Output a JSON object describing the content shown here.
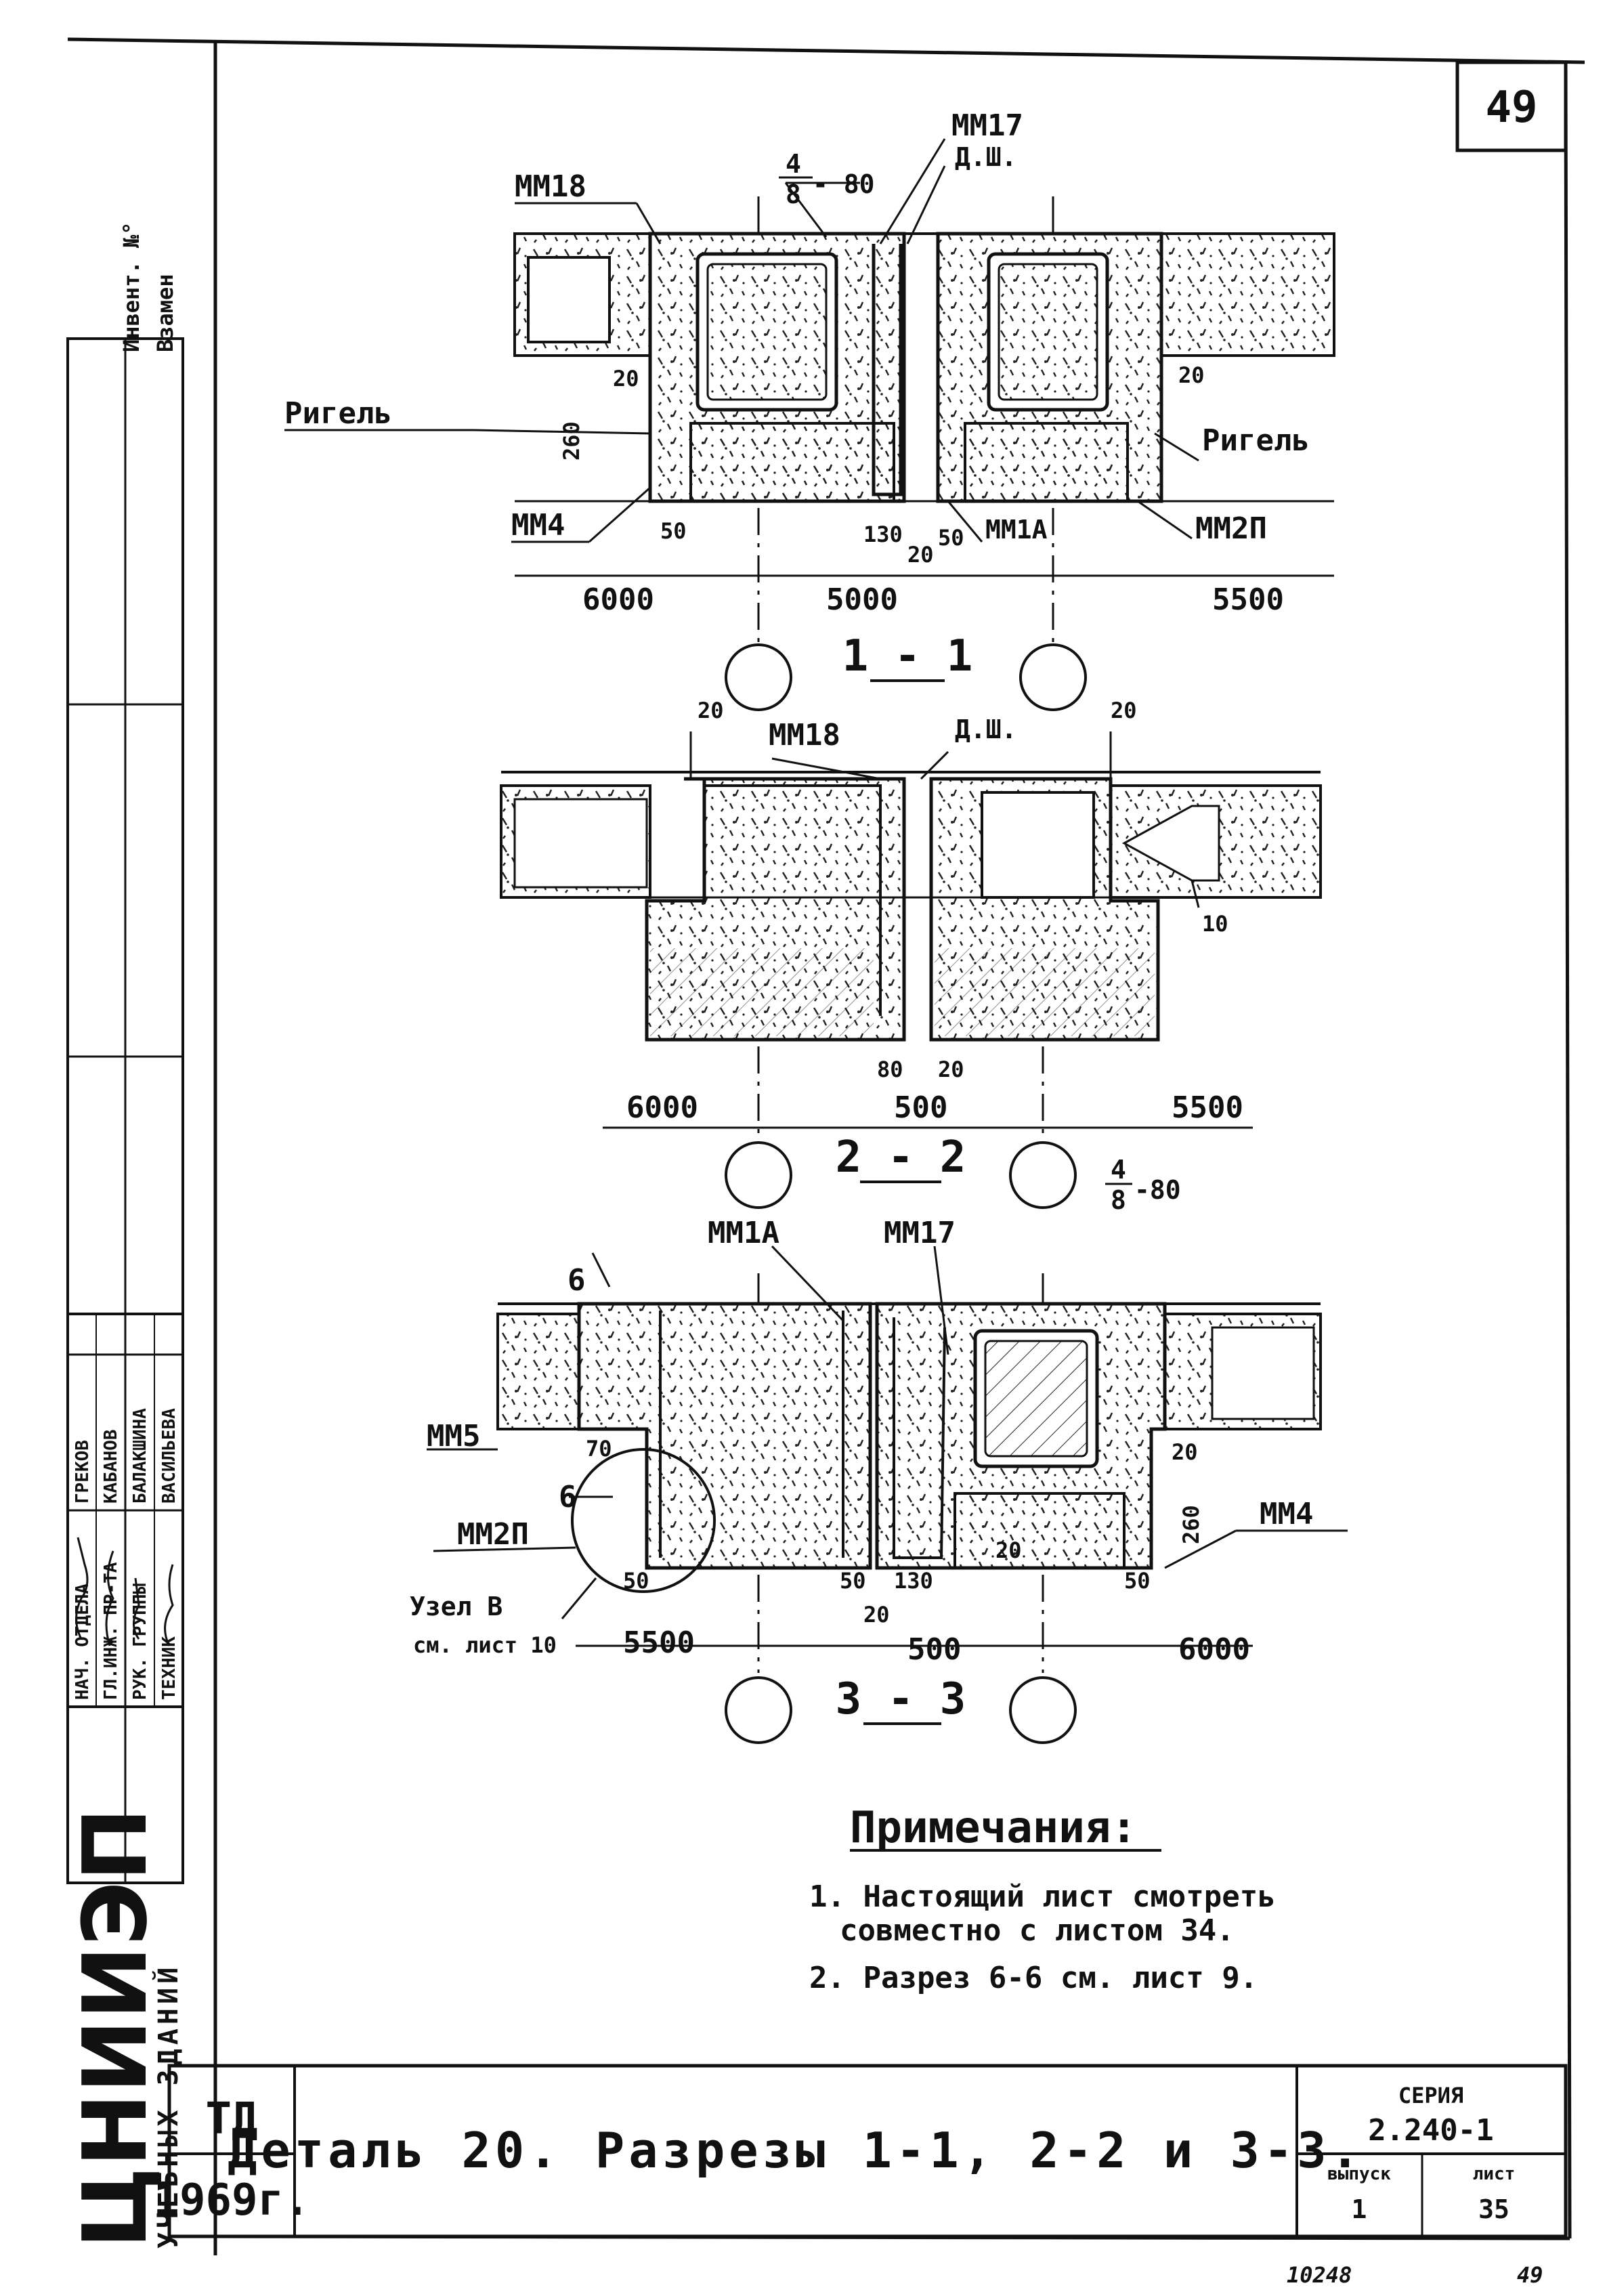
{
  "sheet": {
    "sheet_number_corner": "49",
    "bottom_left_code": "10248",
    "bottom_right_code": "49"
  },
  "left_stamp": {
    "inventory_label": "Инвент. №°",
    "replace_label": "Взамен",
    "roles": [
      "НАЧ. ОТДЕЛА",
      "ГЛ.ИНЖ. ПР-ТА",
      "РУК. ГРУППЫ",
      "ТЕХНИК"
    ],
    "names": [
      "ГРЕКОВ",
      "КАБАНОВ",
      "БАЛАКШИНА",
      "ВАСИЛЬЕВА"
    ],
    "org_name": "ЦНИИЭП",
    "org_subtitle": "УЧЕБНЫХ ЗДАНИЙ"
  },
  "title_block": {
    "code": "ТД",
    "year": "1969г.",
    "title": "Деталь 20. Разрезы 1-1, 2-2 и 3-3.",
    "series_label": "СЕРИЯ",
    "series_value": "2.240-1",
    "issue_label": "выпуск",
    "issue_value": "1",
    "sheet_label": "лист",
    "sheet_value": "35"
  },
  "section_1": {
    "name": "1 - 1",
    "labels": {
      "fraction_num": "4",
      "fraction_den": "8",
      "fraction_suffix": "- 80",
      "mm17": "ММ17",
      "dsh": "Д.Ш.",
      "mm18": "ММ18",
      "rigel_left": "Ригель",
      "rigel_right": "Ригель",
      "mm4": "ММ4",
      "mm1a": "ММ1А",
      "mm2p": "ММ2П"
    },
    "dims": {
      "d20a": "20",
      "d260": "260",
      "d50a": "50",
      "d130": "130",
      "d50b": "50",
      "d20b": "20",
      "d20c": "20",
      "axis_left": "6000",
      "axis_mid": "5000",
      "axis_right": "5500"
    }
  },
  "section_2": {
    "name": "2 - 2",
    "labels": {
      "mm18": "ММ18",
      "dsh": "Д.Ш.",
      "fraction_num": "4",
      "fraction_den": "8",
      "fraction_suffix": "-80"
    },
    "dims": {
      "d20a": "20",
      "d20b": "20",
      "d10": "10",
      "d80": "80",
      "d20c": "20",
      "axis_left": "6000",
      "axis_mid": "500",
      "axis_right": "5500"
    }
  },
  "section_3": {
    "name": "3 - 3",
    "labels": {
      "mm1a": "ММ1А",
      "mm17": "ММ17",
      "cut6_top": "6",
      "cut6_mid": "6",
      "mm5": "ММ5",
      "mm2p": "ММ2П",
      "mm4": "ММ4",
      "node": "Узел В",
      "node_ref": "см. лист 10"
    },
    "dims": {
      "d70": "70",
      "d50a": "50",
      "d50b": "50",
      "d130": "130",
      "d20a": "20",
      "d20b": "20",
      "d260": "260",
      "d50c": "50",
      "d20c": "20",
      "axis_left": "5500",
      "axis_mid": "500",
      "axis_right": "6000"
    }
  },
  "notes": {
    "heading": "Примечания:",
    "items": [
      "1. Настоящий лист смотреть",
      "совместно с листом 34.",
      "2. Разрез 6-6 см. лист 9."
    ]
  }
}
